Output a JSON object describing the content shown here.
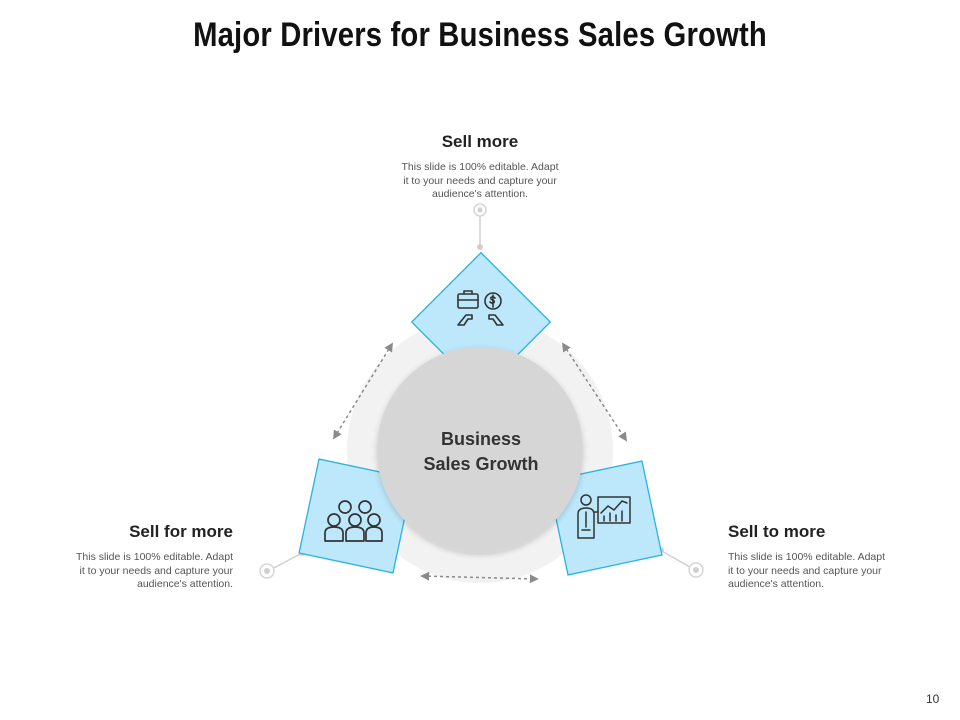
{
  "slide": {
    "title": "Major Drivers for Business Sales Growth",
    "page_number": "10"
  },
  "center": {
    "line1": "Business",
    "line2": "Sales Growth"
  },
  "drivers": [
    {
      "heading": "Sell more",
      "desc_lines": [
        "This slide is 100% editable. Adapt",
        "it to your needs and capture your",
        "audience's attention."
      ],
      "icon": "money-exchange-icon"
    },
    {
      "heading": "Sell for more",
      "desc_lines": [
        "This slide is 100% editable. Adapt",
        "it to your needs and capture your",
        "audience's attention."
      ],
      "icon": "team-group-icon"
    },
    {
      "heading": "Sell to more",
      "desc_lines": [
        "This slide is 100% editable. Adapt",
        "it to your needs and capture your",
        "audience's attention."
      ],
      "icon": "presenter-chart-icon"
    }
  ],
  "colors": {
    "tile_fill": "#BDE7FB",
    "tile_border": "#29B3E0",
    "center_circle": "#D6D6D6",
    "ring": "#F2F2F2",
    "arrow": "#8A8A8A",
    "connector": "#D0D0D0"
  }
}
